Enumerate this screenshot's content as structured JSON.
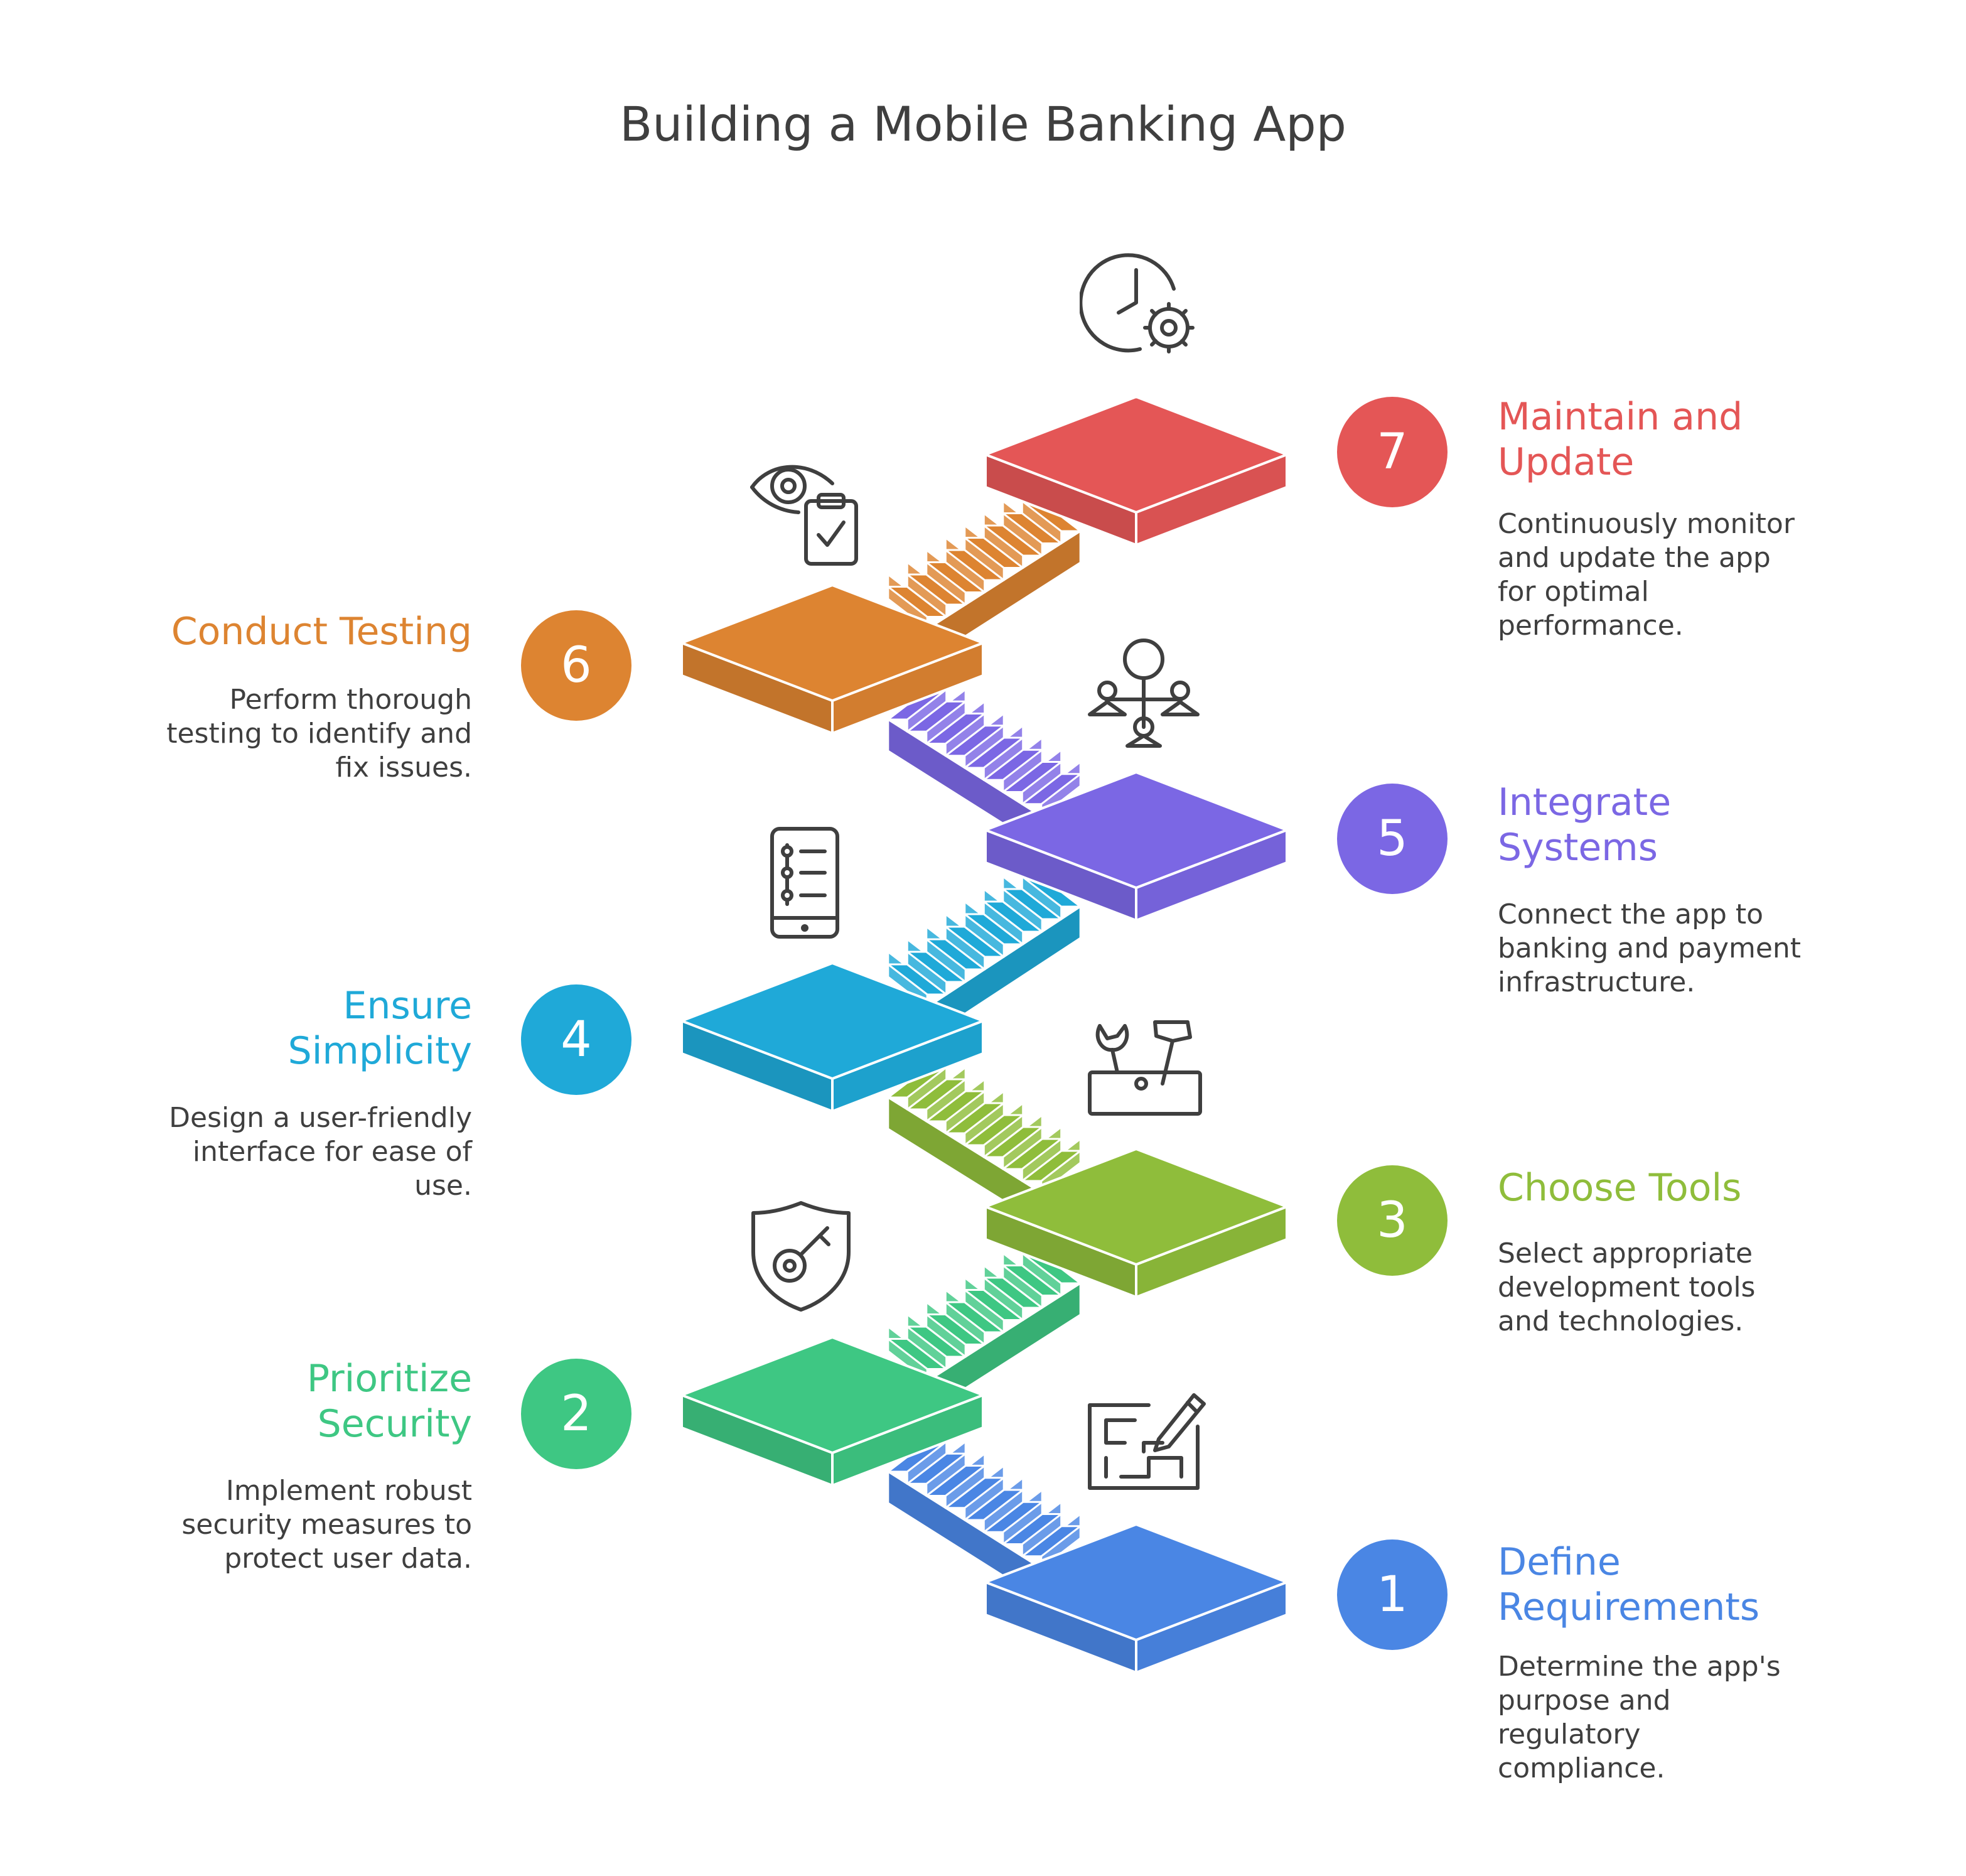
{
  "title": "Building a Mobile Banking App",
  "steps": [
    {
      "number": "1",
      "title_line1": "Define",
      "title_line2": "Requirements",
      "desc_line1": "Determine the app's",
      "desc_line2": "purpose and",
      "desc_line3": "regulatory",
      "desc_line4": "compliance.",
      "color": "#4a86e4",
      "icon": "blueprint-pencil-icon"
    },
    {
      "number": "2",
      "title_line1": "Prioritize",
      "title_line2": "Security",
      "desc_line1": "Implement robust",
      "desc_line2": "security measures to",
      "desc_line3": "protect user data.",
      "color": "#3ec783",
      "icon": "shield-key-icon"
    },
    {
      "number": "3",
      "title_line1": "Choose Tools",
      "desc_line1": "Select appropriate",
      "desc_line2": "development tools",
      "desc_line3": "and technologies.",
      "color": "#8fbd3b",
      "icon": "toolbox-icon"
    },
    {
      "number": "4",
      "title_line1": "Ensure",
      "title_line2": "Simplicity",
      "desc_line1": "Design a user-friendly",
      "desc_line2": "interface for ease of",
      "desc_line3": "use.",
      "color": "#1fa9d8",
      "icon": "mobile-checklist-icon"
    },
    {
      "number": "5",
      "title_line1": "Integrate",
      "title_line2": "Systems",
      "desc_line1": "Connect the app to",
      "desc_line2": "banking and payment",
      "desc_line3": "infrastructure.",
      "color": "#7b67e4",
      "icon": "network-scale-icon"
    },
    {
      "number": "6",
      "title_line1": "Conduct Testing",
      "desc_line1": "Perform thorough",
      "desc_line2": "testing to identify and",
      "desc_line3": "fix issues.",
      "color": "#dd8431",
      "icon": "eye-clipboard-icon"
    },
    {
      "number": "7",
      "title_line1": "Maintain and",
      "title_line2": "Update",
      "desc_line1": "Continuously monitor",
      "desc_line2": "and update the app",
      "desc_line3": "for optimal",
      "desc_line4": "performance.",
      "color": "#e45656",
      "icon": "clock-gear-icon"
    }
  ]
}
